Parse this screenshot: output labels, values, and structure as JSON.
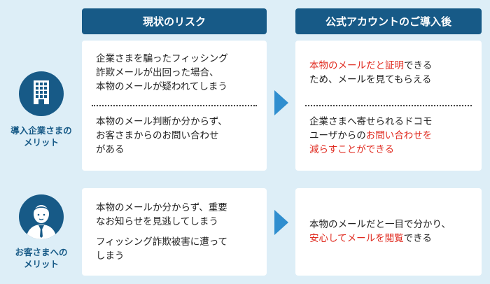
{
  "headers": {
    "current_risk": "現状のリスク",
    "after_official": "公式アカウントのご導入後"
  },
  "side_labels": {
    "company": [
      "導入企業さまの",
      "メリット"
    ],
    "customer": [
      "お客さまへの",
      "メリット"
    ]
  },
  "company_current": {
    "block1": [
      "企業さまを騙ったフィッシング",
      "詐欺メールが出回った場合、",
      "本物のメールが疑われてしまう"
    ],
    "block2": [
      "本物のメール判断か分からず、",
      "お客さまからのお問い合わせ",
      "がある"
    ]
  },
  "company_after": {
    "block1_red": "本物のメールだと証明",
    "block1_tail": "できる",
    "block1_line2": "ため、メールを見てもらえる",
    "block2_line1": "企業さまへ寄せられるドコモ",
    "block2_line2_plain": "ユーザからの",
    "block2_line2_red": "お問い合わせを",
    "block2_line3_red": "減らすことができる"
  },
  "customer_current": {
    "block1": [
      "本物のメールか分からず、重要",
      "なお知らせを見逃してしまう"
    ],
    "block2": [
      "フィッシング詐欺被害に遭って",
      "しまう"
    ]
  },
  "customer_after": {
    "line1": "本物のメールだと一目で分かり、",
    "line2_red": "安心してメールを閲覧",
    "line2_tail": "できる"
  },
  "colors": {
    "background": "#ddeef7",
    "header": "#175a87",
    "arrow": "#2f8ecf",
    "highlight": "#e02b20"
  }
}
